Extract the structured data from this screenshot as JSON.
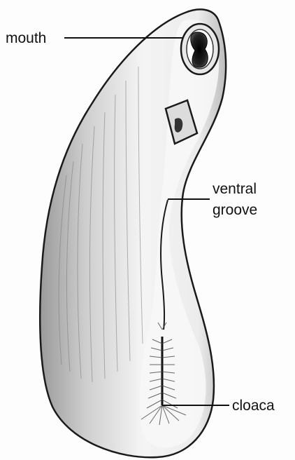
{
  "labels": {
    "mouth": "mouth",
    "ventral_line1": "ventral",
    "ventral_line2": "groove",
    "cloaca": "cloaca"
  },
  "colors": {
    "background": "#fdfdfd",
    "outline": "#1a1a1a",
    "body_fill": "#f1f1f1",
    "shading": "#8a8a8a",
    "text": "#111111"
  }
}
